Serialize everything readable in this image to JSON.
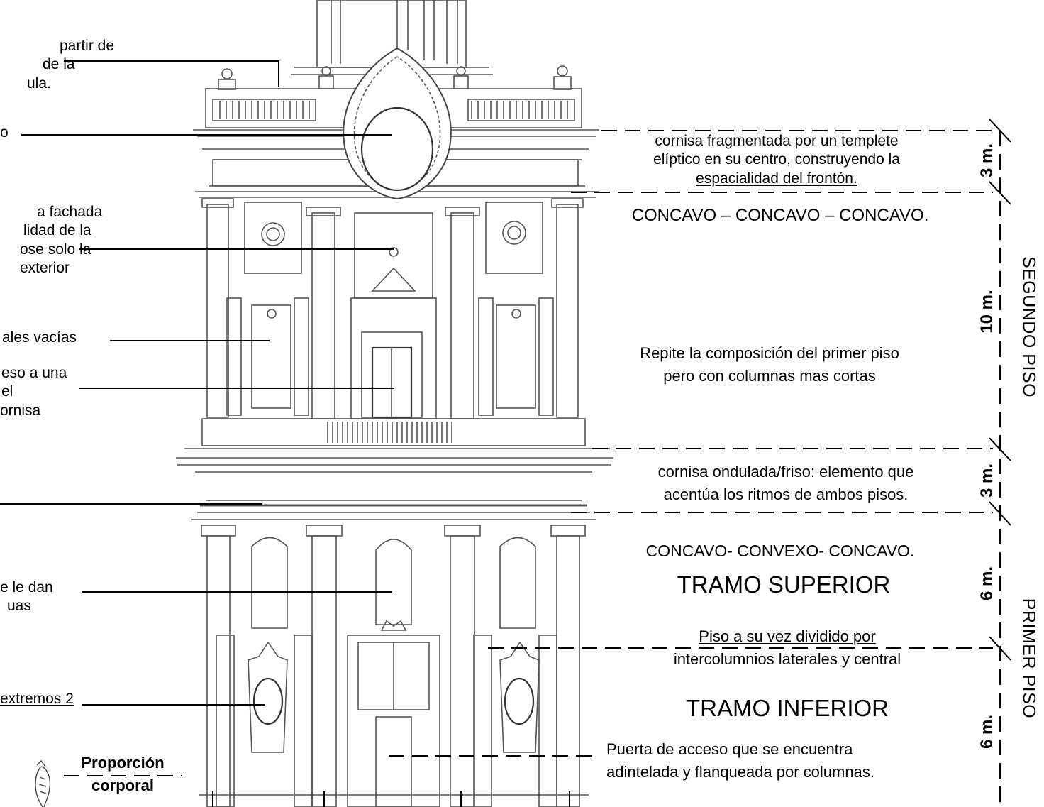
{
  "left_notes": [
    {
      "lines": [
        "partir de",
        "de la",
        "ula."
      ]
    },
    {
      "lines": [
        "o"
      ]
    },
    {
      "lines": [
        "a fachada",
        "lidad de la",
        "ose solo la",
        " exterior"
      ]
    },
    {
      "lines": [
        "ales vacías"
      ]
    },
    {
      "lines": [
        "eso a una",
        "el",
        "ornisa"
      ]
    },
    {
      "lines": [
        "e le dan",
        "uas"
      ]
    },
    {
      "lines": [
        "extremos 2"
      ]
    }
  ],
  "proportion": {
    "line1": "Proporción",
    "line2": "corporal"
  },
  "right_notes": {
    "cornice_top": [
      "cornisa fragmentada por un templete",
      "elíptico en su centro, construyendo la",
      "espacialidad del frontón."
    ],
    "concavo_2": "CONCAVO – CONCAVO – CONCAVO.",
    "repite": [
      "Repite la composición del primer piso",
      "pero con columnas mas cortas"
    ],
    "cornice_mid": [
      "cornisa ondulada/friso: elemento que",
      "acentúa los ritmos de ambos pisos."
    ],
    "concavo_1": "CONCAVO- CONVEXO- CONCAVO.",
    "tramo_sup": "TRAMO SUPERIOR",
    "piso_div": [
      "Piso a su vez dividido por",
      "intercolumnios laterales y central"
    ],
    "tramo_inf": "TRAMO INFERIOR",
    "puerta": [
      "Puerta de acceso que se encuentra",
      "adintelada y flanqueada por columnas."
    ]
  },
  "dimensions": [
    "3 m.",
    "10 m.",
    "3 m.",
    "6 m.",
    "6 m."
  ],
  "floors": {
    "segundo": "SEGUNDO PISO",
    "primer": "PRIMER  PISO"
  }
}
